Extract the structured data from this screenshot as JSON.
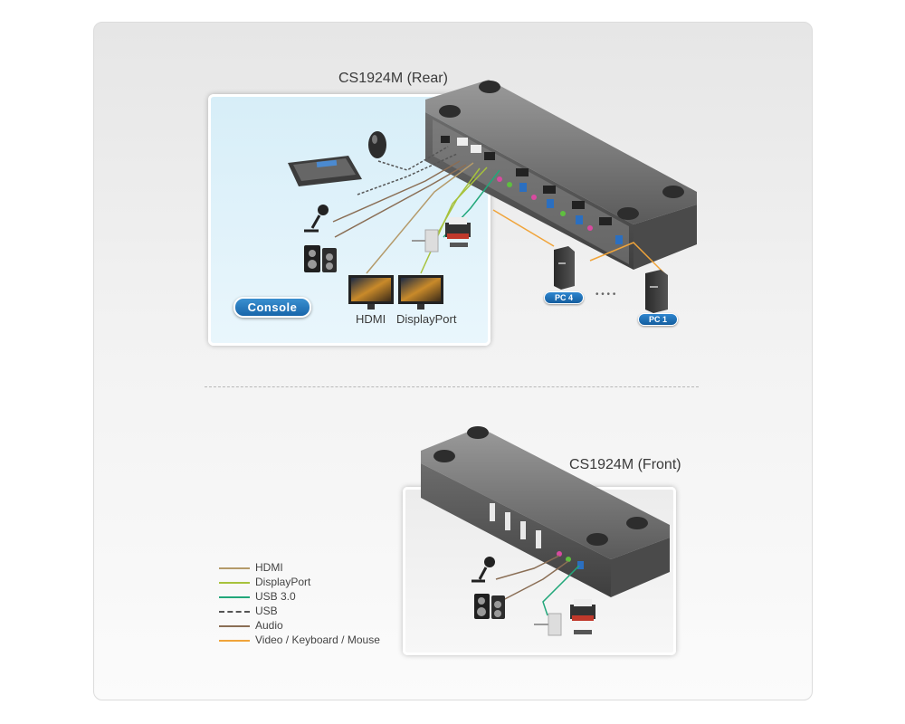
{
  "rear": {
    "title": "CS1924M (Rear)",
    "console_label": "Console",
    "hdmi_caption": "HDMI",
    "displayport_caption": "DisplayPort",
    "pc4_label": "PC 4",
    "pc1_label": "PC 1",
    "ellipsis": "• • • •"
  },
  "front": {
    "title": "CS1924M (Front)"
  },
  "legend": [
    {
      "label": "HDMI",
      "color": "#b49a6a",
      "style": "solid"
    },
    {
      "label": "DisplayPort",
      "color": "#a7c23c",
      "style": "solid"
    },
    {
      "label": "USB 3.0",
      "color": "#22a77a",
      "style": "solid"
    },
    {
      "label": "USB",
      "color": "#555555",
      "style": "dashed"
    },
    {
      "label": "Audio",
      "color": "#8a6e55",
      "style": "solid"
    },
    {
      "label": "Video / Keyboard / Mouse",
      "color": "#f0a43a",
      "style": "solid"
    }
  ],
  "icons": [
    "kvm-switch-icon",
    "keyboard-icon",
    "mouse-icon",
    "microphone-icon",
    "speakers-icon",
    "monitor-icon",
    "printer-icon",
    "usb-hub-icon",
    "pc-tower-icon"
  ]
}
